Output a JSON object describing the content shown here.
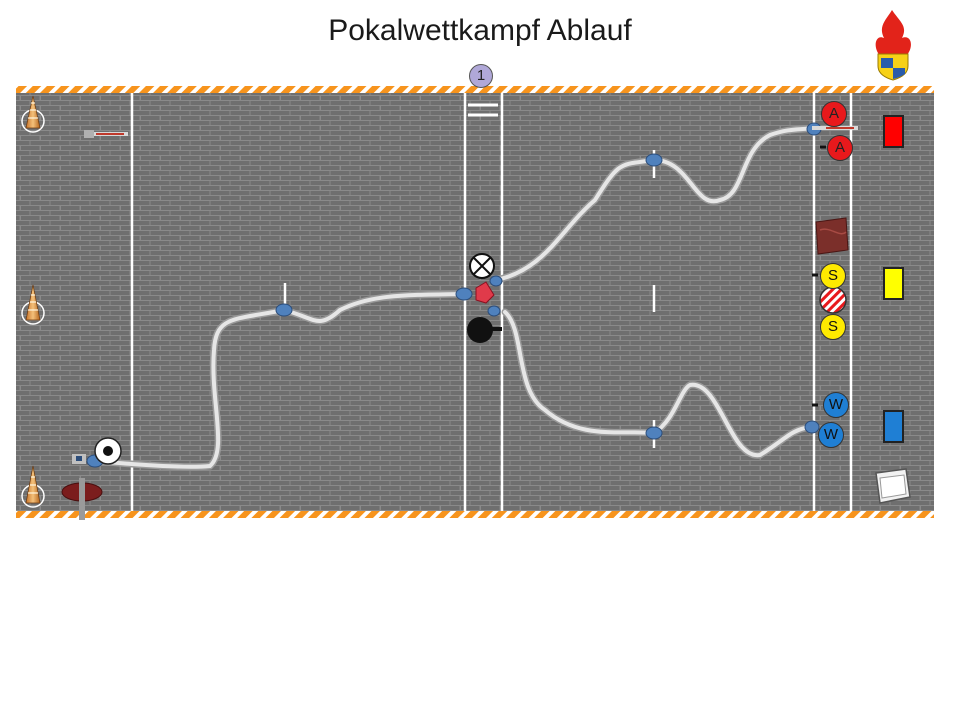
{
  "title": "Pokalwettkampf Ablauf",
  "step_badge": "1",
  "position_labels": {
    "angriffstrupp": "A",
    "schlauchtrupp": "S",
    "wassertrupp": "W"
  },
  "colors": {
    "field_fill": "#6f6f6f",
    "field_line": "#ffffff",
    "border_stripe_orange": "#f7941d",
    "hose": "#e3e3e3",
    "coupling": "#4f81bd",
    "trupp_a": "#e8191c",
    "trupp_s": "#ffea00",
    "trupp_w": "#1f7fd4",
    "badge": "#b0a8d8"
  },
  "icons": [
    "logo-flame-shield-icon",
    "traffic-cone-icon",
    "nozzle-icon",
    "distributor-icon",
    "water-source-icon",
    "hydrant-icon",
    "tarp-icon",
    "box-icon",
    "valve-icon",
    "tank-icon",
    "team-marker-icon"
  ]
}
